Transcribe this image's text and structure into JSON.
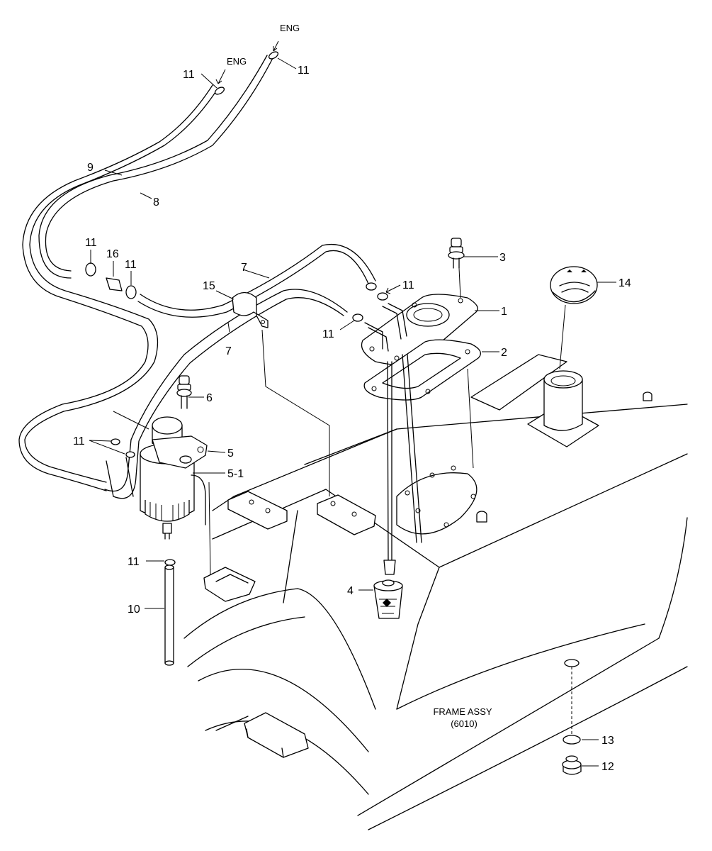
{
  "engine_labels": [
    "ENG",
    "ENG"
  ],
  "frame_assy": {
    "line1": "FRAME ASSY",
    "line2": "(6010)"
  },
  "callouts": {
    "c1": "1",
    "c2": "2",
    "c3": "3",
    "c4": "4",
    "c5": "5",
    "c5_1": "5-1",
    "c6": "6",
    "c7a": "7",
    "c7b": "7",
    "c8": "8",
    "c9": "9",
    "c10": "10",
    "c11_top_left": "11",
    "c11_top_right": "11",
    "c11_hose_left": "11",
    "c11_hose_mid": "11",
    "c11_tank_upper": "11",
    "c11_tank_lower": "11",
    "c11_filter": "11",
    "c11_drain": "11",
    "c12": "12",
    "c13": "13",
    "c14": "14",
    "c15": "15",
    "c16": "16"
  }
}
